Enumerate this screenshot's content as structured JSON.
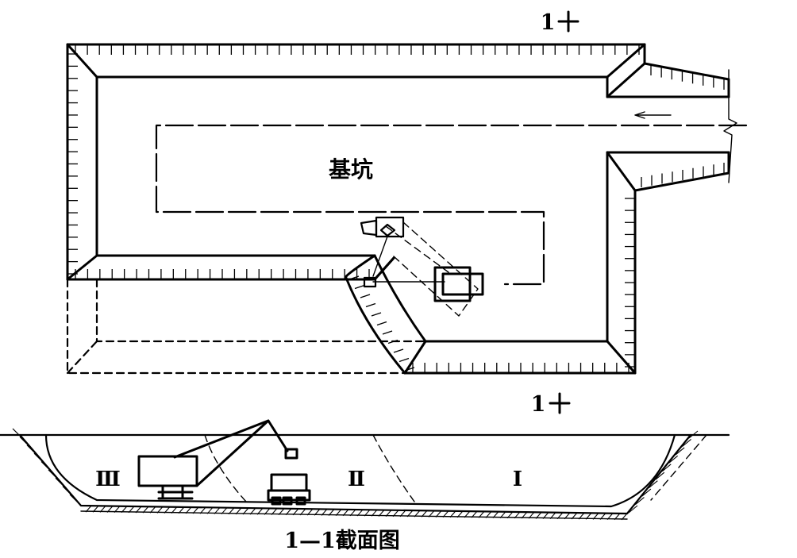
{
  "diagram": {
    "plan": {
      "pit_label": "基坑",
      "section_mark_top": "1",
      "section_mark_bottom": "1"
    },
    "section": {
      "zone_3": "Ⅲ",
      "zone_2": "Ⅱ",
      "zone_1": "Ⅰ",
      "title": "1—1截面图"
    }
  }
}
